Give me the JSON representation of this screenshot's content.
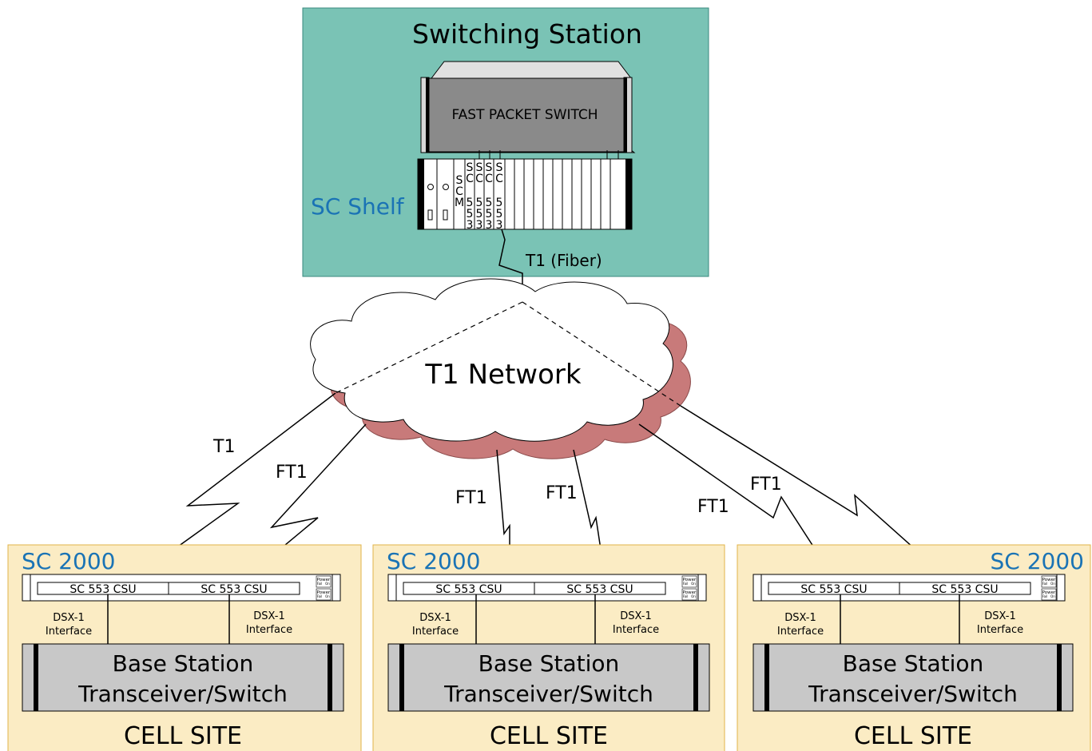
{
  "station": {
    "title": "Switching Station",
    "switch_label": "FAST PACKET SWITCH",
    "shelf_label": "SC Shelf",
    "scm_letters": [
      "S",
      "C",
      "M"
    ],
    "card_letters": [
      "S",
      "C",
      "5",
      "5",
      "3"
    ],
    "fiber_label": "T1 (Fiber)",
    "bg_color": "#7ac3b5"
  },
  "network": {
    "label": "T1 Network"
  },
  "links": {
    "t1": "T1",
    "ft1": "FT1"
  },
  "sites": [
    {
      "brand": "SC 2000",
      "csu_labels": [
        "SC 553 CSU",
        "SC 553 CSU"
      ],
      "power_label": "Power",
      "fail_label": "Fail",
      "on_label": "On",
      "dsx": [
        "DSX-1",
        "Interface"
      ],
      "bts_line1": "Base Station",
      "bts_line2": "Transceiver/Switch",
      "site_label": "CELL SITE"
    },
    {
      "brand": "SC 2000",
      "csu_labels": [
        "SC 553 CSU",
        "SC 553 CSU"
      ],
      "power_label": "Power",
      "fail_label": "Fail",
      "on_label": "On",
      "dsx": [
        "DSX-1",
        "Interface"
      ],
      "bts_line1": "Base Station",
      "bts_line2": "Transceiver/Switch",
      "site_label": "CELL SITE"
    },
    {
      "brand": "SC 2000",
      "csu_labels": [
        "SC 553 CSU",
        "SC 553 CSU"
      ],
      "power_label": "Power",
      "fail_label": "Fail",
      "on_label": "On",
      "dsx": [
        "DSX-1",
        "Interface"
      ],
      "bts_line1": "Base Station",
      "bts_line2": "Transceiver/Switch",
      "site_label": "CELL SITE"
    }
  ]
}
